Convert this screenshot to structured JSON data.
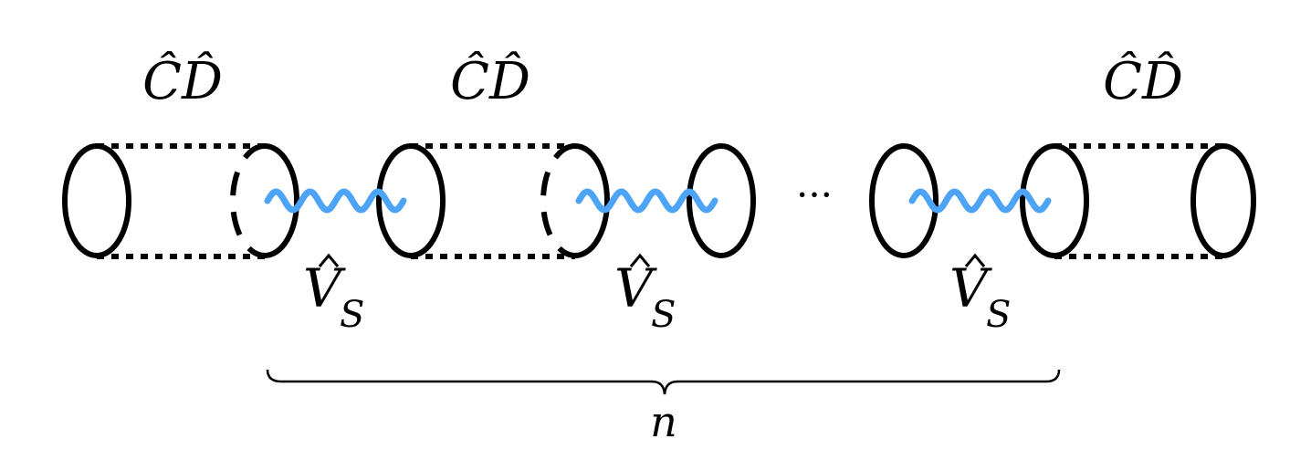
{
  "diagram": {
    "cylinder_label": "ĈD̂",
    "vertex_base": "V",
    "vertex_sub": "S",
    "ellipsis": "···",
    "count_label": "n"
  },
  "colors": {
    "line": "#000000",
    "wave": "#4da3f5"
  }
}
